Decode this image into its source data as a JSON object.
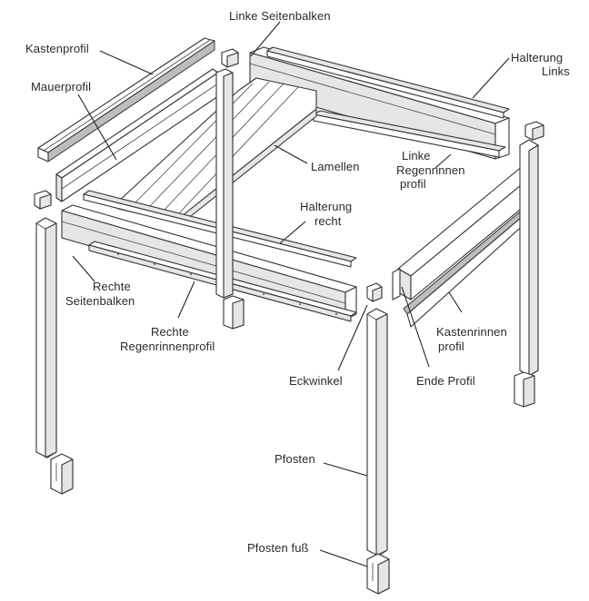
{
  "labels": {
    "linke_seitenbalken": "Linke Seitenbalken",
    "kastenprofil": "Kastenprofil",
    "halterung_links_1": "Halterung",
    "halterung_links_2": "Links",
    "mauerprofil": "Mauerprofil",
    "lamellen": "Lamellen",
    "linke_regenrinnen_1": "Linke",
    "linke_regenrinnen_2": "Regenrinnen",
    "linke_regenrinnen_3": "profil",
    "halterung_recht_1": "Halterung",
    "halterung_recht_2": "recht",
    "rechte_seitenbalken_1": "Rechte",
    "rechte_seitenbalken_2": "Seitenbalken",
    "rechte_regenrinnen_1": "Rechte",
    "rechte_regenrinnen_2": "Regenrinnenprofil",
    "kastenrinnen_1": "Kastenrinnen",
    "kastenrinnen_2": "profil",
    "eckwinkel": "Eckwinkel",
    "ende_profil": "Ende Profil",
    "pfosten": "Pfosten",
    "pfosten_fuss": "Pfosten fuß"
  },
  "colors": {
    "line": "#333333",
    "text": "#2a2a2a",
    "light_fill": "#e6e6e6",
    "dark_fill": "#bdbdbd"
  }
}
